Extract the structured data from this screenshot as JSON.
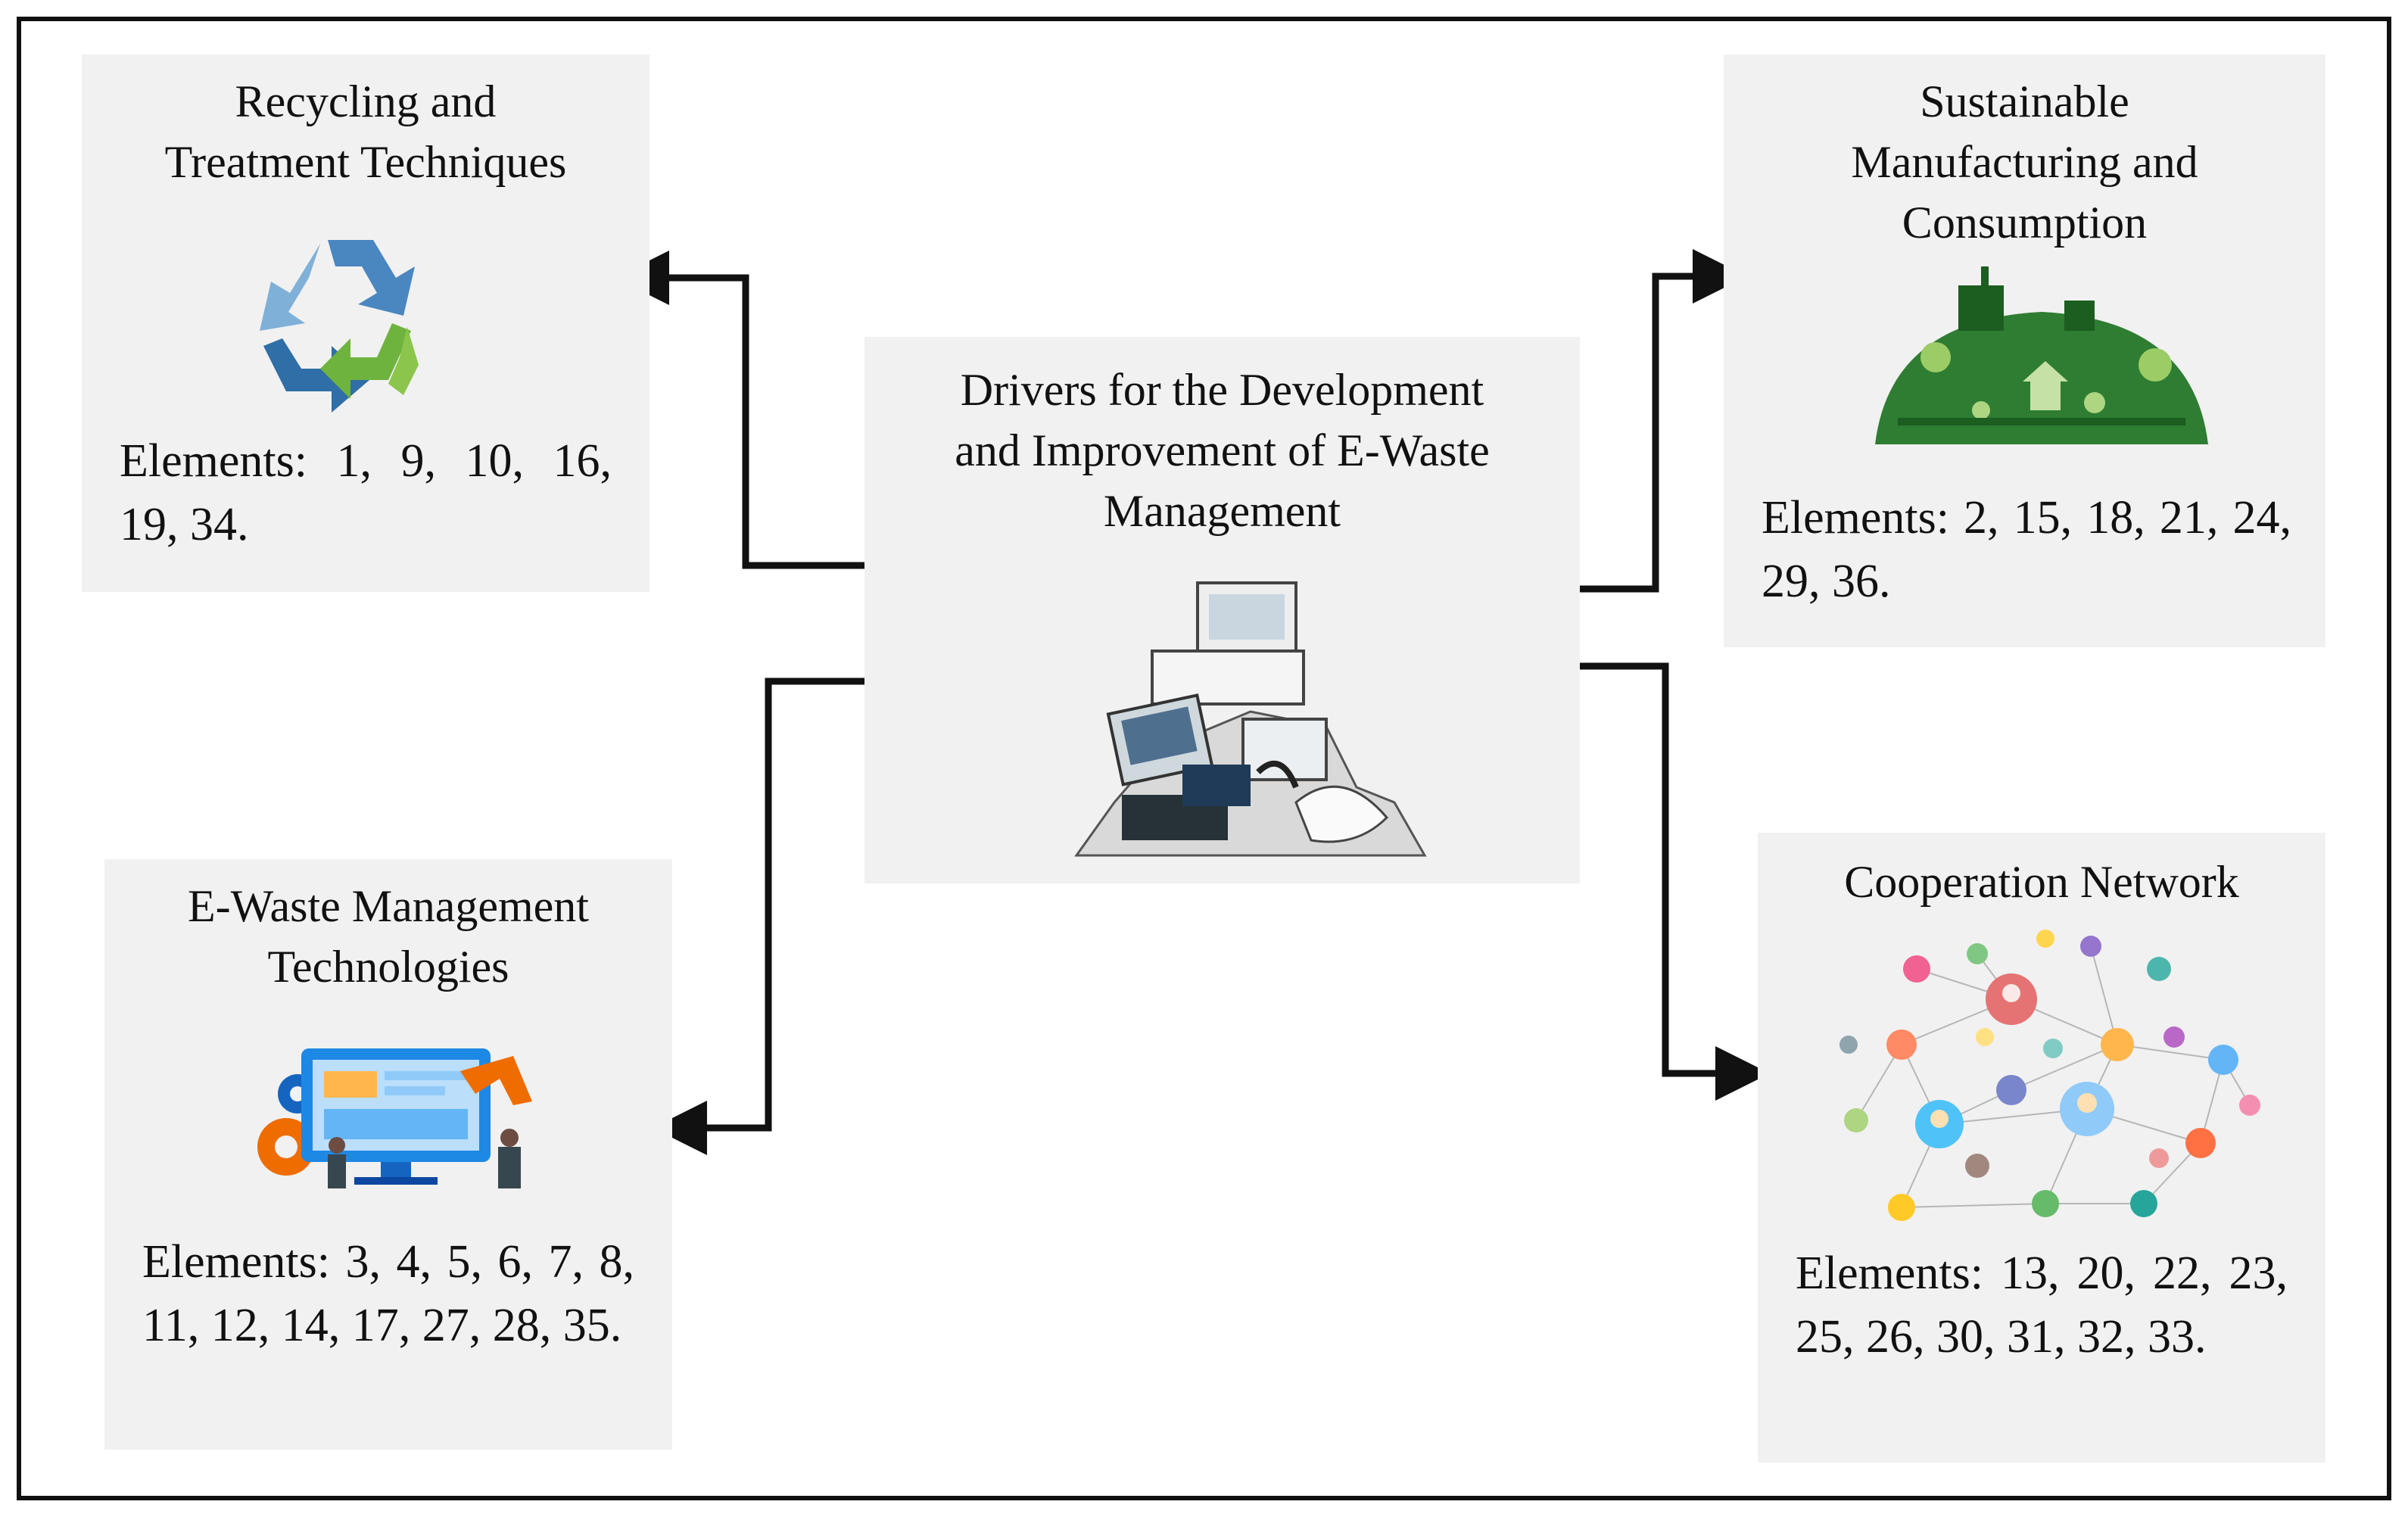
{
  "center": {
    "title": "Drivers for the Development\nand Improvement of  E-Waste\nManagement",
    "image_icon": "e-waste-pile-icon"
  },
  "boxes": {
    "recycling": {
      "title": "Recycling and\nTreatment Techniques",
      "elements": "Elements: 1, 9, 10, 16, 19, 34.",
      "image_icon": "recycle-icon"
    },
    "sustainable": {
      "title": "Sustainable\nManufacturing and\nConsumption",
      "elements": "Elements: 2, 15, 18, 21, 24, 29, 36.",
      "image_icon": "green-city-icon"
    },
    "technologies": {
      "title": "E-Waste Management\nTechnologies",
      "elements": "Elements: 3, 4, 5, 6, 7, 8, 11, 12, 14, 17, 27, 28, 35.",
      "image_icon": "technology-monitor-icon"
    },
    "cooperation": {
      "title": "Cooperation Network",
      "elements": "Elements: 13, 20, 22, 23, 25, 26, 30, 31, 32, 33.",
      "image_icon": "people-network-icon"
    }
  },
  "colors": {
    "box_fill": "#f1f1f1",
    "arrow": "#111111",
    "recycle_blue": "#3f7fb8",
    "recycle_green": "#6fb33f",
    "city_green": "#2e7d32",
    "tech_blue": "#1e88e5",
    "tech_orange": "#ef6c00"
  }
}
